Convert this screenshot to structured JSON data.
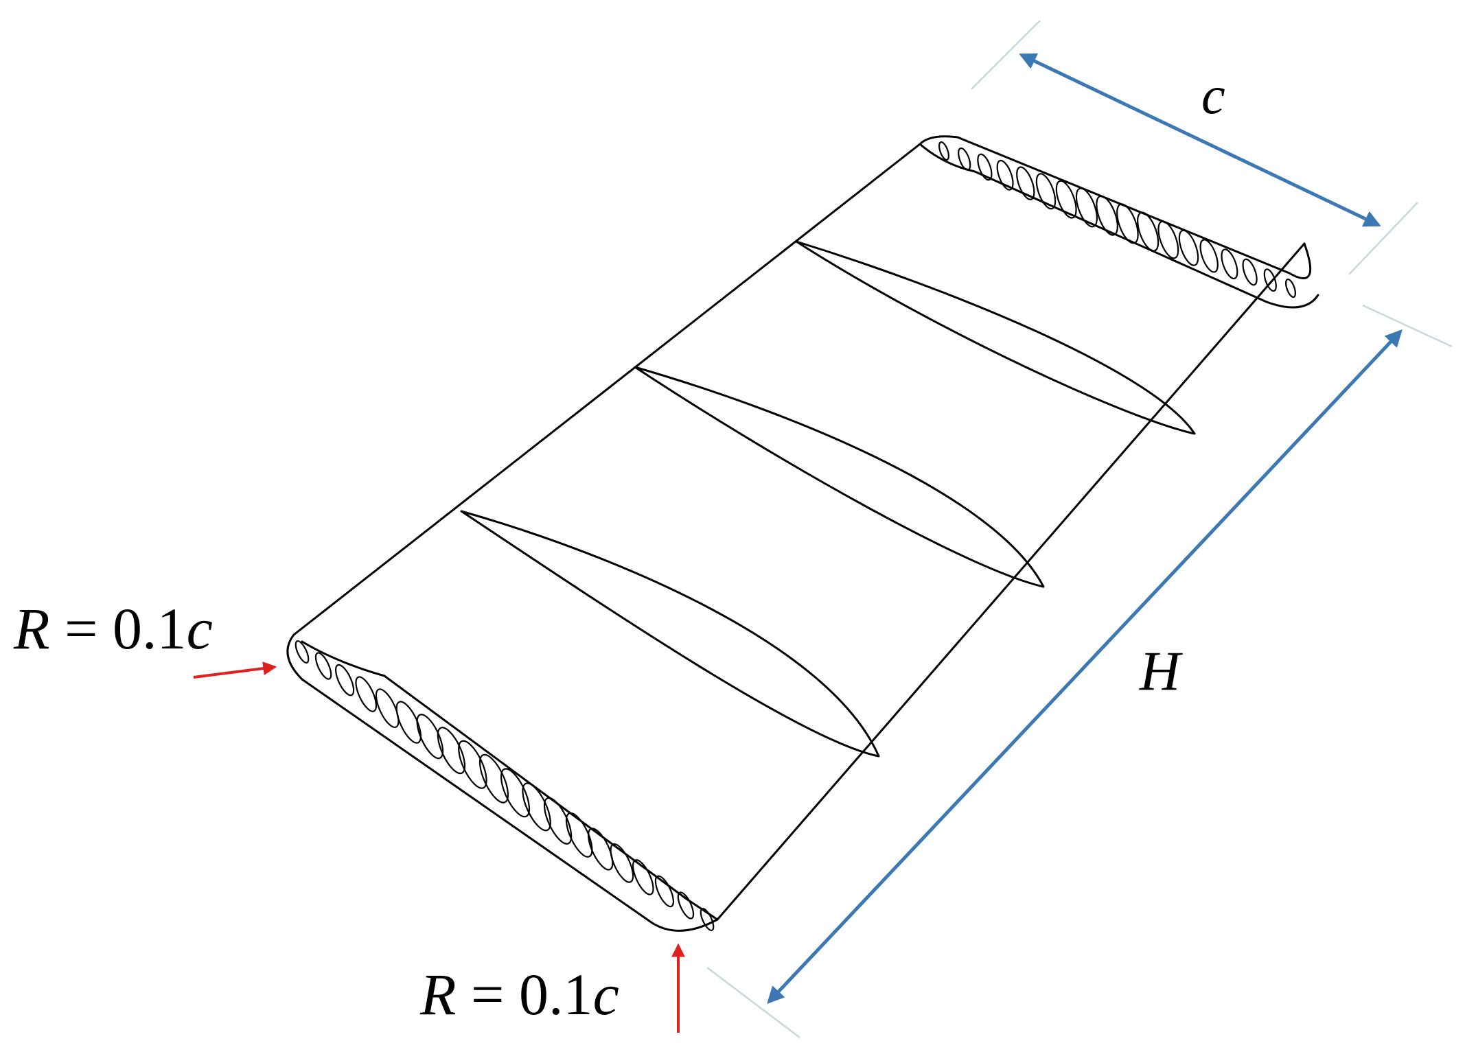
{
  "labels": {
    "chord": "c",
    "height": "H",
    "radius_left": {
      "symbol": "R",
      "rest": " = 0.1",
      "var": "c"
    },
    "radius_bottom": {
      "symbol": "R",
      "rest": " = 0.1",
      "var": "c"
    }
  },
  "colors": {
    "dimension": "#3b78b4",
    "pointer": "#e0201e",
    "outline": "#000000",
    "extension": "#c9d7e0"
  }
}
